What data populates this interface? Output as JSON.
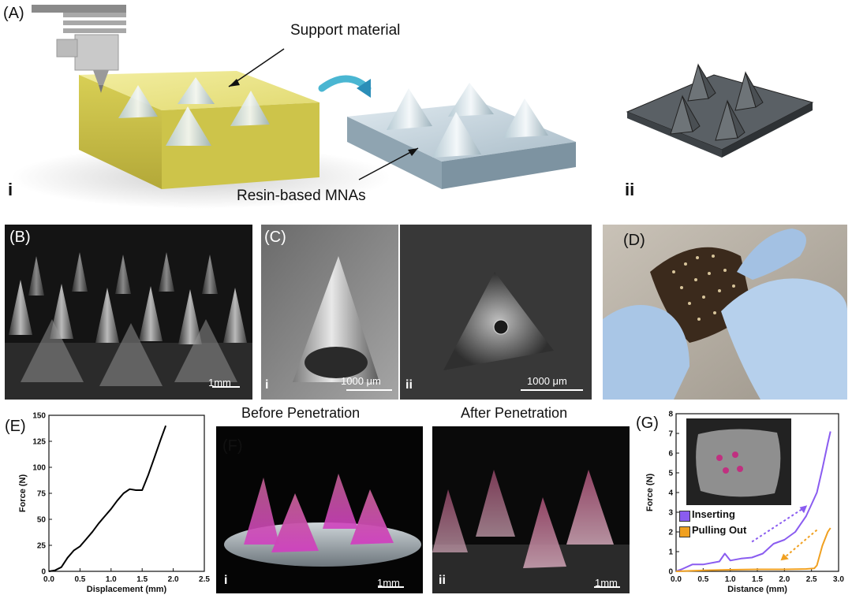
{
  "panel_a": {
    "label": "(A)",
    "support_text": "Support material",
    "resin_text": "Resin-based MNAs",
    "sub_i": "i",
    "sub_ii": "ii"
  },
  "panel_b": {
    "label": "(B)",
    "scale": "1mm"
  },
  "panel_c": {
    "label": "(C)",
    "sub_i": "i",
    "sub_ii": "ii",
    "scale_i": "1000 μm",
    "scale_ii": "1000 μm"
  },
  "panel_d": {
    "label": "(D)"
  },
  "panel_f": {
    "label": "(F)",
    "title_before": "Before Penetration",
    "title_after": "After Penetration",
    "sub_i": "i",
    "sub_ii": "ii",
    "scale_i": "1mm",
    "scale_ii": "1mm"
  },
  "chart_data": [
    {
      "panel": "(E)",
      "type": "line",
      "xlabel": "Displacement (mm)",
      "ylabel": "Force (N)",
      "xlim": [
        0,
        2.5
      ],
      "ylim": [
        0,
        150
      ],
      "xticks": [
        "0.0",
        "0.5",
        "1.0",
        "1.5",
        "2.0",
        "2.5"
      ],
      "yticks": [
        "0",
        "25",
        "50",
        "75",
        "100",
        "125",
        "150"
      ],
      "series": [
        {
          "color": "#000000",
          "x": [
            0.0,
            0.1,
            0.2,
            0.3,
            0.4,
            0.5,
            0.6,
            0.7,
            0.8,
            0.9,
            1.0,
            1.1,
            1.2,
            1.3,
            1.4,
            1.5,
            1.6,
            1.7,
            1.8,
            1.88
          ],
          "y": [
            0,
            1,
            4,
            13,
            20,
            24,
            31,
            38,
            46,
            53,
            60,
            68,
            75,
            79,
            78,
            78,
            93,
            110,
            127,
            140
          ]
        }
      ]
    },
    {
      "panel": "(G)",
      "type": "line",
      "xlabel": "Distance (mm)",
      "ylabel": "Force (N)",
      "xlim": [
        0,
        3.0
      ],
      "ylim": [
        0,
        8
      ],
      "xticks": [
        "0.0",
        "0.5",
        "1.0",
        "1.5",
        "2.0",
        "2.5",
        "3.0"
      ],
      "yticks": [
        "0",
        "1",
        "2",
        "3",
        "4",
        "5",
        "6",
        "7",
        "8"
      ],
      "series": [
        {
          "name": "Inserting",
          "color": "#8a5cf0",
          "x": [
            0.0,
            0.1,
            0.3,
            0.5,
            0.8,
            0.9,
            1.0,
            1.2,
            1.4,
            1.6,
            1.8,
            2.0,
            2.2,
            2.4,
            2.5,
            2.6,
            2.7,
            2.8,
            2.85
          ],
          "y": [
            0,
            0.1,
            0.35,
            0.35,
            0.5,
            0.9,
            0.55,
            0.65,
            0.7,
            0.9,
            1.4,
            1.6,
            2.0,
            2.8,
            3.4,
            4.0,
            5.2,
            6.5,
            7.1
          ]
        },
        {
          "name": "Pulling Out",
          "color": "#f0a020",
          "x": [
            0.0,
            0.5,
            1.0,
            1.5,
            2.0,
            2.4,
            2.55,
            2.6,
            2.7,
            2.8,
            2.85
          ],
          "y": [
            0,
            0.05,
            0.08,
            0.1,
            0.1,
            0.12,
            0.15,
            0.3,
            1.3,
            2.0,
            2.2
          ]
        }
      ]
    }
  ]
}
